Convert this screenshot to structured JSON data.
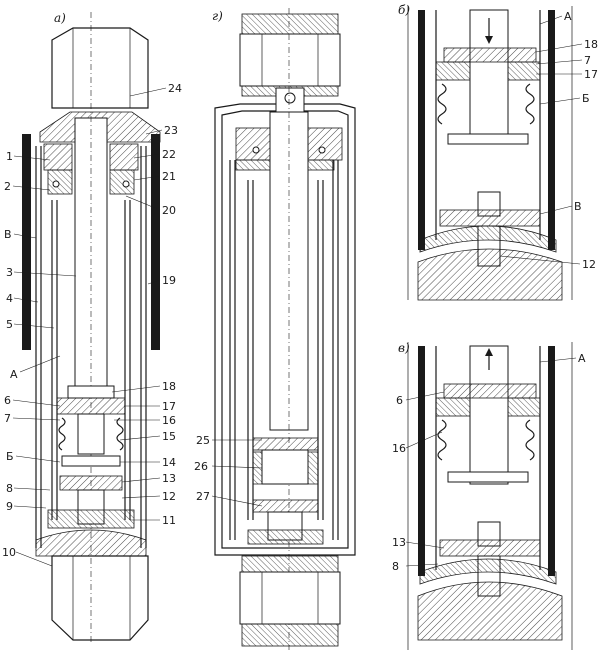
{
  "figure": {
    "panels": [
      {
        "id": "a",
        "title": "а)"
      },
      {
        "id": "g",
        "title": "г)"
      },
      {
        "id": "b",
        "title": "б)"
      },
      {
        "id": "v",
        "title": "в)"
      }
    ],
    "labels_a_left": [
      "1",
      "2",
      "В",
      "3",
      "4",
      "5",
      "А",
      "6",
      "7",
      "Б",
      "8",
      "9",
      "10"
    ],
    "labels_a_right": [
      "24",
      "23",
      "22",
      "21",
      "20",
      "19",
      "18",
      "17",
      "16",
      "15",
      "14",
      "13",
      "12",
      "11"
    ],
    "labels_g": [
      "25",
      "26",
      "27"
    ],
    "labels_b": [
      "А",
      "18",
      "7",
      "17",
      "Б",
      "В",
      "12"
    ],
    "labels_v": [
      "А",
      "6",
      "16",
      "13",
      "8"
    ]
  },
  "colors": {
    "ink": "#1a1a1a",
    "paper": "#ffffff"
  }
}
